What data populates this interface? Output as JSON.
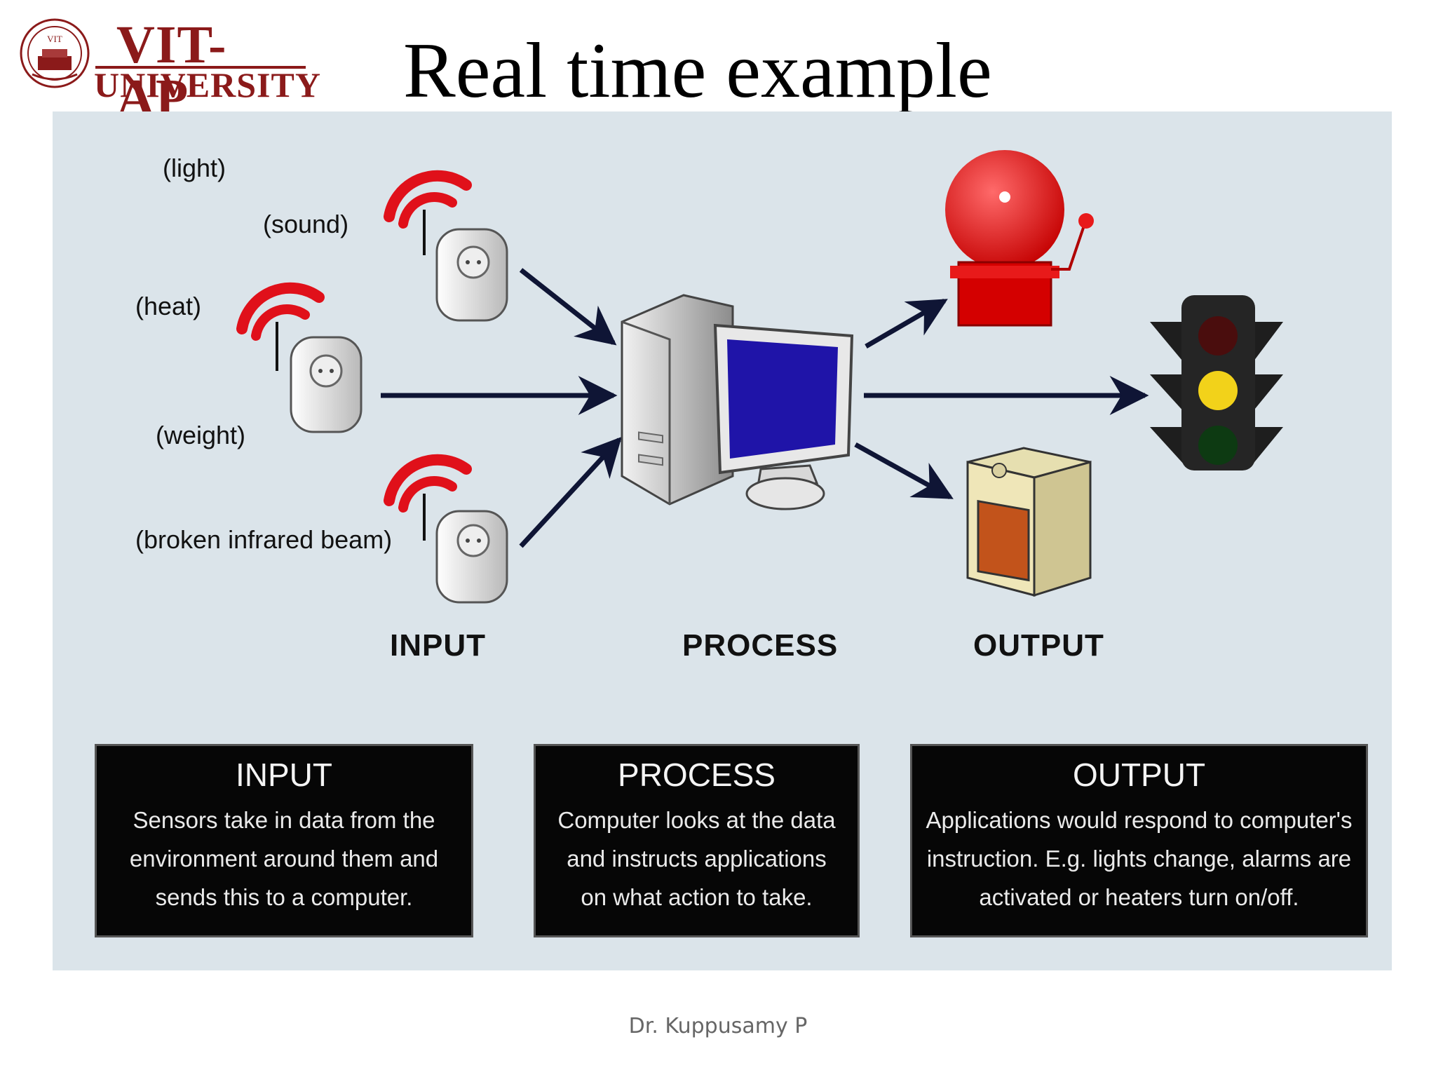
{
  "header": {
    "logo_line1": "VIT-AP",
    "logo_line2": "UNIVERSITY",
    "seal_text": "VIT",
    "title": "Real time example"
  },
  "sensors": {
    "labels": [
      "(light)",
      "(sound)",
      "(heat)",
      "(weight)",
      "(broken infrared beam)"
    ]
  },
  "stages": {
    "input": "INPUT",
    "process": "PROCESS",
    "output": "OUTPUT"
  },
  "boxes": [
    {
      "title": "INPUT",
      "lines": [
        "Sensors take in data from the",
        "environment around them and",
        "sends this to a computer."
      ]
    },
    {
      "title": "PROCESS",
      "lines": [
        "Computer looks at the data",
        "and instructs applications",
        "on what action to take."
      ]
    },
    {
      "title": "OUTPUT",
      "lines": [
        "Applications would respond to computer's",
        "instruction. E.g. lights change, alarms are",
        "activated or heaters turn on/off."
      ]
    }
  ],
  "footer": {
    "author": "Dr. Kuppusamy P"
  },
  "colors": {
    "brand": "#8b1a1a",
    "panel": "#dbe4ea",
    "arrow": "#0f1535",
    "signal": "#e0101a"
  }
}
